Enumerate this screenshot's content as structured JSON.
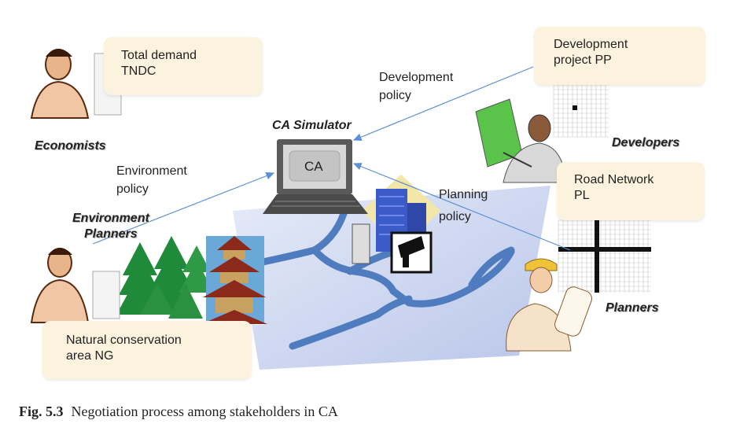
{
  "boxes": {
    "economists": {
      "line1": "Total demand",
      "line2": "TNDC"
    },
    "developers": {
      "line1": "Development",
      "line2": "project  PP"
    },
    "road": {
      "line1": "Road Network",
      "line2": "PL"
    },
    "nature": {
      "line1": "Natural conservation",
      "line2": "area  NG"
    }
  },
  "policies": {
    "development": {
      "line1": "Development",
      "line2": "policy"
    },
    "environment": {
      "line1": "Environment",
      "line2": "policy"
    },
    "planning": {
      "line1": "Planning",
      "line2": "policy"
    }
  },
  "roles": {
    "economists": "Economists",
    "developers": "Developers",
    "environment_line1": "Environment",
    "environment_line2": "Planners",
    "planners": "Planners"
  },
  "simulator": {
    "title": "CA Simulator",
    "screen": "CA"
  },
  "caption": {
    "label": "Fig. 5.3",
    "text": "Negotiation process among stakeholders in CA"
  },
  "colors": {
    "map": "#c9d3ee",
    "road": "#4f7cbf",
    "arrow": "#5b8fd6",
    "box": "#fbf3dd"
  }
}
